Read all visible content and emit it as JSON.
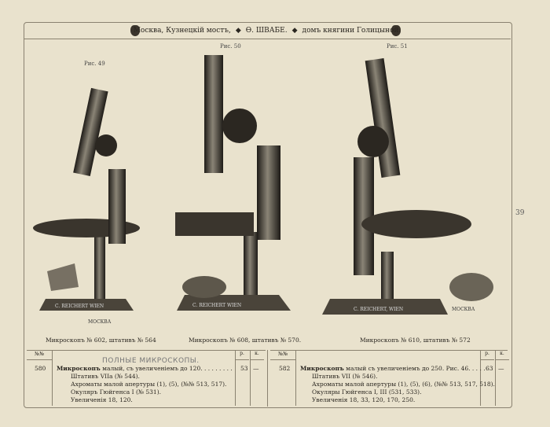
{
  "header": {
    "left": "Москва, Кузнецкій мостъ,",
    "center": "Ѳ. ШВАБЕ.",
    "right": "домъ княгини Голицыной.",
    "separator": "◆"
  },
  "page_number": "39",
  "figures": [
    {
      "label": "Рис. 49",
      "caption": "Микроскопъ № 602, штативъ № 564",
      "plate": "C. REICHERT WIEN",
      "stamp": "МОСКВА"
    },
    {
      "label": "Рис. 50",
      "caption": "Микроскопъ № 608, штативъ № 570.",
      "plate": "C. REICHERT WIEN"
    },
    {
      "label": "Рис. 51",
      "caption": "Микроскопъ № 610, штативъ № 572",
      "plate": "C. REICHERT, WIEN",
      "stamp": "МОСКВА"
    }
  ],
  "table": {
    "col_no": "№№",
    "col_r": "р.",
    "col_k": "к.",
    "section_title": "ПОЛНЫЕ МИКРОСКОПЫ.",
    "items": [
      {
        "no": "580",
        "title": "Микроскопъ",
        "desc": "малый, съ увеличеніемъ до 120. . . . . . . . .",
        "r": "53",
        "k": "—",
        "lines": [
          "Штативъ VIIa (№ 544).",
          "Ахроматы малой апертуры (1), (5), (№№ 513, 517).",
          "Окуляръ Гюйгенса I (№ 531).",
          "Увеличенія 18, 120."
        ]
      },
      {
        "no": "582",
        "title": "Микроскопъ",
        "desc": "малый съ увеличеніемъ до 250. Рис. 46. . . . .",
        "r": "63",
        "k": "—",
        "lines": [
          "Штативъ VII (№ 546).",
          "Ахроматы малой апертуры (1), (5), (6), (№№ 513, 517, 518).",
          "Окуляры Гюйгенса I, III (531, 533).",
          "Увеличенія 18, 33, 120, 170, 250."
        ]
      }
    ]
  }
}
